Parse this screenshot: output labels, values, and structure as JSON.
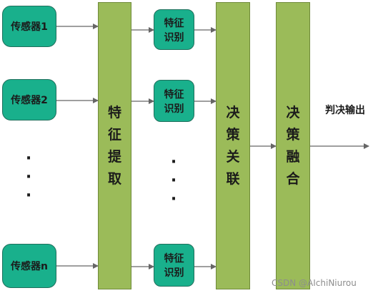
{
  "sensors": [
    "传感器1",
    "传感器2",
    "传感器n"
  ],
  "feature_recognition": "特征\n识别",
  "feature_extraction": "特\n征\n提\n取",
  "decision_association": "决\n策\n关\n联",
  "decision_fusion": "决\n策\n融\n合",
  "ellipsis": "·\n·\n·",
  "output_label": "判决输出",
  "watermark": "CSDN @AIchiNiurou",
  "colors": {
    "node_fill": "#19b08c",
    "column_fill": "#9bbb59",
    "arrow": "#666666"
  }
}
